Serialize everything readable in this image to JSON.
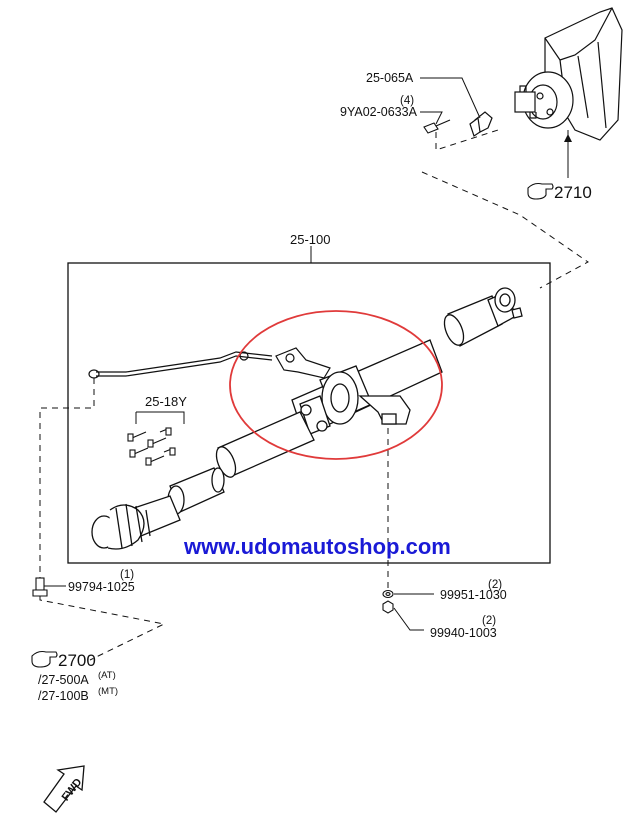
{
  "labels": {
    "main_assembly": "25-100",
    "clamp": "25-065A",
    "bolt_qty": "(4)",
    "bolt": "9YA02-0633A",
    "ref_2710": "2710",
    "joint_kit": "25-18Y",
    "screw_qty": "(1)",
    "screw": "99794-1025",
    "washer_qty": "(2)",
    "washer": "99951-1030",
    "nut_qty": "(2)",
    "nut": "99940-1003",
    "ref_2700": "2700",
    "ref_27_500a": "/27-500A",
    "at": "(AT)",
    "ref_27_100b": "/27-100B",
    "mt": "(MT)",
    "fwd": "FWD"
  },
  "watermark": "www.udomautoshop.com",
  "colors": {
    "highlight": "#e03a3a",
    "watermark": "#1a1ad6",
    "line": "#111111"
  },
  "icons": [
    "pointing-hand-icon",
    "fwd-arrow-icon"
  ]
}
